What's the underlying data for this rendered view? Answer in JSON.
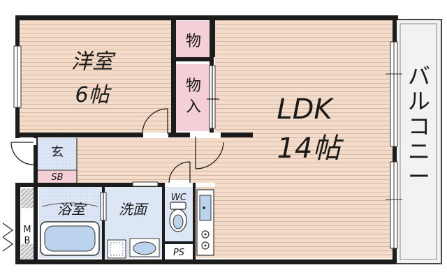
{
  "rooms": {
    "western": {
      "name": "洋室",
      "size": "6帖"
    },
    "ldk": {
      "name": "LDK",
      "size": "14帖"
    },
    "storage_top": {
      "name": "物"
    },
    "storage_mid": {
      "name": "物入"
    },
    "entrance": {
      "name": "玄"
    },
    "shoebox": {
      "name": "SB"
    },
    "bath": {
      "name": "浴室"
    },
    "washroom": {
      "name": "洗面"
    },
    "toilet": {
      "name": "WC"
    },
    "pipe_space": {
      "name": "PS"
    },
    "meter_box": {
      "name": "MB"
    },
    "balcony": {
      "name": "バルコニー"
    }
  },
  "colors": {
    "floor_wood": "#f3dcc9",
    "floor_line": "#d8b8a2",
    "wet_area": "#dde6f5",
    "storage": "#f4cfd8",
    "wall": "#1c1c1c",
    "balcony": "#f2f2f2"
  }
}
